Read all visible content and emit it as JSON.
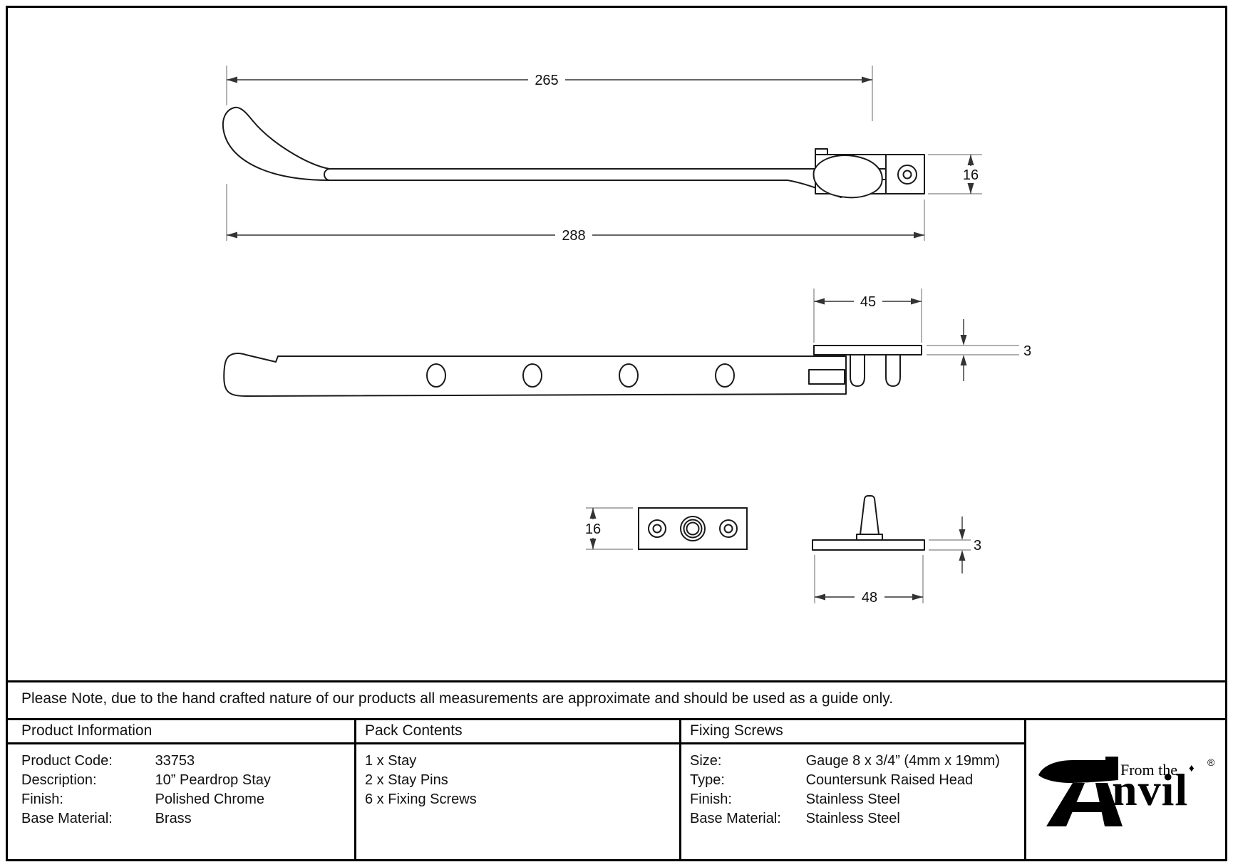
{
  "page": {
    "note": "Please Note, due to the hand crafted nature of our products all measurements are approximate and should be used as a guide only."
  },
  "dims": {
    "top_length": "265",
    "overall_length": "288",
    "end_bracket_height": "16",
    "keeper_plate_length": "45",
    "keeper_plate_thickness": "3",
    "pin_plate_width": "16",
    "pin_plate_length": "48",
    "pin_plate_thickness": "3"
  },
  "table": {
    "product_information": {
      "title": "Product Information",
      "rows": [
        {
          "label": "Product Code:",
          "value": "33753"
        },
        {
          "label": "Description:",
          "value": "10” Peardrop Stay"
        },
        {
          "label": "Finish:",
          "value": "Polished Chrome"
        },
        {
          "label": "Base Material:",
          "value": "Brass"
        }
      ]
    },
    "pack_contents": {
      "title": "Pack Contents",
      "items": [
        "1 x Stay",
        "2 x Stay Pins",
        "6 x Fixing Screws"
      ]
    },
    "fixing_screws": {
      "title": "Fixing Screws",
      "rows": [
        {
          "label": "Size:",
          "value": "Gauge 8 x 3/4” (4mm x 19mm)"
        },
        {
          "label": "Type:",
          "value": "Countersunk Raised Head"
        },
        {
          "label": "Finish:",
          "value": "Stainless Steel"
        },
        {
          "label": "Base Material:",
          "value": "Stainless Steel"
        }
      ]
    }
  },
  "logo": {
    "prefix": "From the",
    "diamond": "♦",
    "name_rest": "nvil",
    "registered": "®"
  }
}
